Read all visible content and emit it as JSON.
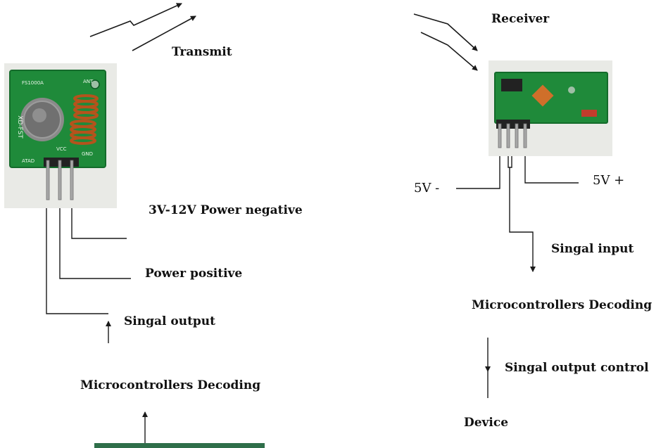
{
  "labels": {
    "transmit": "Transmit",
    "receiver": "Receiver",
    "power_negative": "3V-12V Power negative",
    "power_positive": "Power positive",
    "signal_output": "Singal output",
    "mcu_decoding_left": "Microcontrollers Decoding",
    "rx_5v_negative": "5V -",
    "rx_5v_positive": "5V +",
    "signal_input": "Singal input",
    "mcu_decoding_right": "Microcontrollers Decoding",
    "signal_output_control": "Singal output control",
    "device": "Device"
  },
  "transmitter_board": {
    "model": "FS1000A",
    "antenna_pad": "ANT",
    "pin_data": "ATAD",
    "pin_vcc": "VCC",
    "pin_gnd": "GND",
    "side_text": "XD-FST"
  },
  "colors": {
    "line": "#1a1a1a",
    "pcb_green": "#1f8a3a",
    "pcb_dark": "#146b2b",
    "coil": "#b5531c",
    "photo_bg": "#e9eae6",
    "base_bar": "#2f6f4a"
  }
}
